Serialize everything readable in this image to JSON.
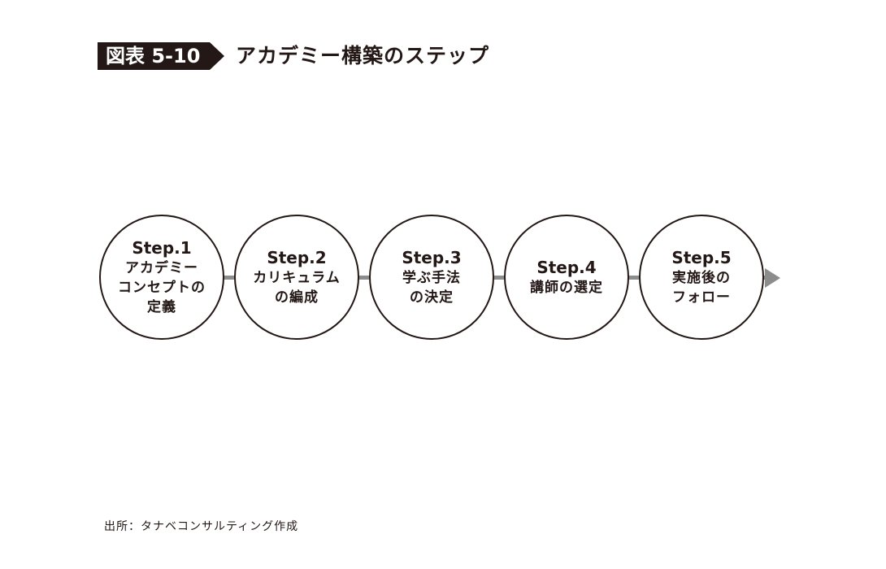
{
  "header": {
    "figure_label": "図表 5-10",
    "title": "アカデミー構築のステップ"
  },
  "steps": [
    {
      "step": "Step.1",
      "lines": [
        "アカデミー",
        "コンセプトの",
        "定義"
      ]
    },
    {
      "step": "Step.2",
      "lines": [
        "カリキュラム",
        "の編成"
      ]
    },
    {
      "step": "Step.3",
      "lines": [
        "学ぶ手法",
        "の決定"
      ]
    },
    {
      "step": "Step.4",
      "lines": [
        "講師の選定"
      ]
    },
    {
      "step": "Step.5",
      "lines": [
        "実施後の",
        "フォロー"
      ]
    }
  ],
  "colors": {
    "dark": "#231815",
    "connector": "#8c8c8c"
  },
  "footer": {
    "source": "出所：タナベコンサルティング作成"
  }
}
